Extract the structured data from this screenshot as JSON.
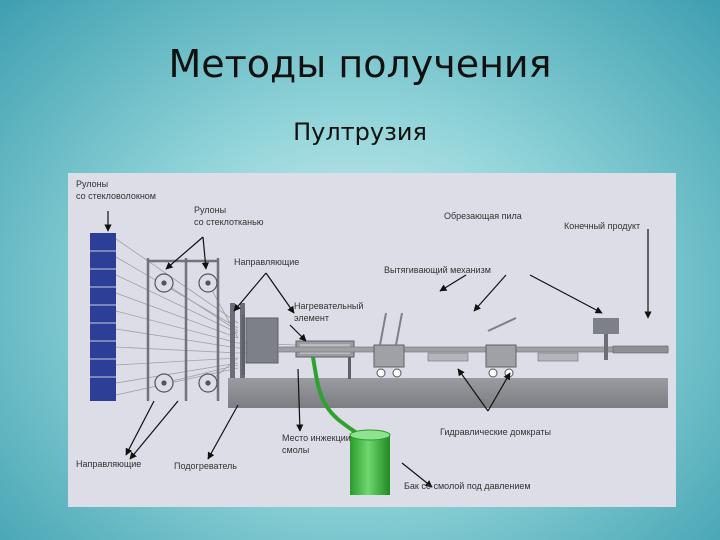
{
  "slide": {
    "title": "Методы получения",
    "subtitle": "Пултрузия"
  },
  "labels": {
    "fiber_rolls": [
      "Рулоны",
      "со стекловолокном"
    ],
    "cloth_rolls": [
      "Рулоны",
      "со стеклотканью"
    ],
    "guides_top": "Направляющие",
    "saw": "Обрезающая пила",
    "product": "Конечный продукт",
    "puller": "Вытягивающий механизм",
    "heater_element": [
      "Нагревательный",
      "элемент"
    ],
    "guides_bottom": "Направляющие",
    "preheater": "Подогреватель",
    "injection": [
      "Место инжекции",
      "смолы"
    ],
    "jacks": "Гидравлические домкраты",
    "tank": "Бак со смолой под давлением"
  },
  "colors": {
    "background": "#dcdde6",
    "rolls": "#2c3e96",
    "machine": "#8e9096",
    "resin_hose": "#2fa12f",
    "tank": "#3ab83a"
  }
}
